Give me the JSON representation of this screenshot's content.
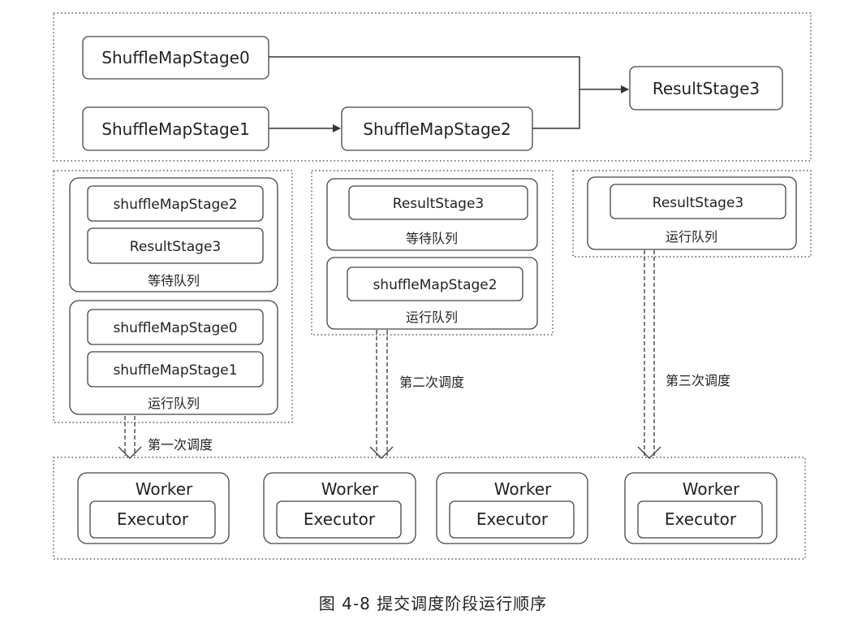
{
  "top": {
    "stage0": "ShuffleMapStage0",
    "stage1": "ShuffleMapStage1",
    "stage2": "ShuffleMapStage2",
    "stage3": "ResultStage3"
  },
  "round1": {
    "waiting": [
      "shuffleMapStage2",
      "ResultStage3"
    ],
    "waiting_label": "等待队列",
    "running": [
      "shuffleMapStage0",
      "shuffleMapStage1"
    ],
    "running_label": "运行队列",
    "schedule_label": "第一次调度"
  },
  "round2": {
    "waiting": [
      "ResultStage3"
    ],
    "waiting_label": "等待队列",
    "running": [
      "shuffleMapStage2"
    ],
    "running_label": "运行队列",
    "schedule_label": "第二次调度"
  },
  "round3": {
    "running": [
      "ResultStage3"
    ],
    "running_label": "运行队列",
    "schedule_label": "第三次调度"
  },
  "workers": [
    {
      "worker": "Worker",
      "executor": "Executor"
    },
    {
      "worker": "Worker",
      "executor": "Executor"
    },
    {
      "worker": "Worker",
      "executor": "Executor"
    },
    {
      "worker": "Worker",
      "executor": "Executor"
    }
  ],
  "caption": "图 4-8   提交调度阶段运行顺序"
}
